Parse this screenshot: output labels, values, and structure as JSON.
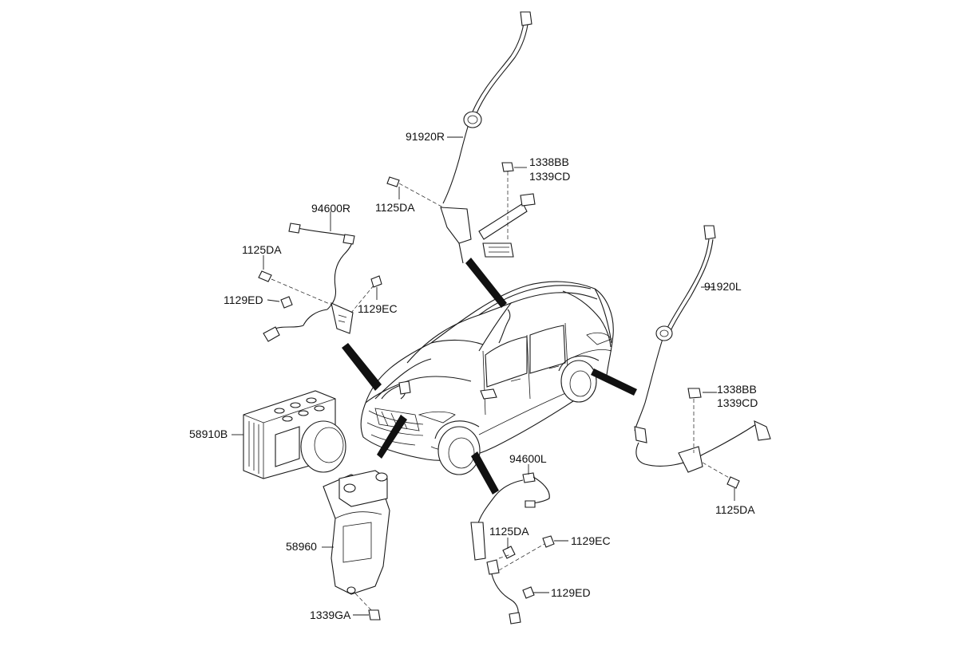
{
  "callouts": {
    "sensor_rear_right": "91920R",
    "nut_rear_right_1": "1338BB",
    "nut_rear_right_2": "1339CD",
    "bolt_rear_right": "1125DA",
    "sensor_front_right": "94600R",
    "bolt_front_right": "1125DA",
    "bolt_front_right_ed": "1129ED",
    "bolt_front_right_ec": "1129EC",
    "sensor_rear_left": "91920L",
    "nut_rear_left_1": "1338BB",
    "nut_rear_left_2": "1339CD",
    "bolt_rear_left": "1125DA",
    "hecu_module": "58910B",
    "bracket": "58960",
    "bracket_nut": "1339GA",
    "sensor_front_left": "94600L",
    "bolt_front_left": "1125DA",
    "bolt_front_left_ec": "1129EC",
    "bolt_front_left_ed": "1129ED"
  }
}
